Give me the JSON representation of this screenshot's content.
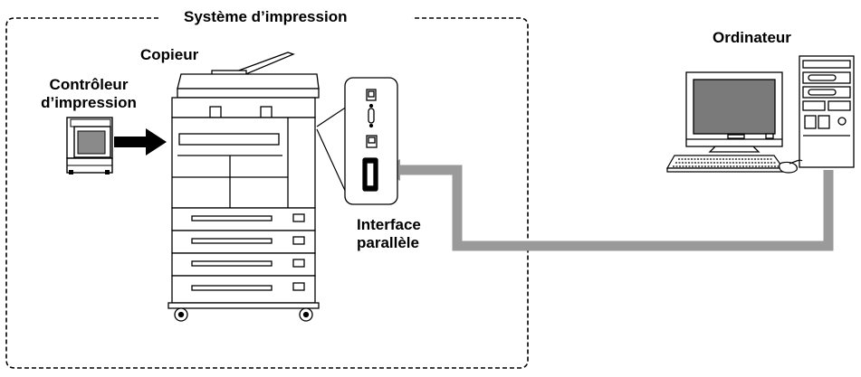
{
  "labels": {
    "system_title": "Système d’impression",
    "copier": "Copieur",
    "controller_line1": "Contrôleur",
    "controller_line2": "d’impression",
    "computer": "Ordinateur",
    "interface_line1": "Interface",
    "interface_line2": "parallèle"
  },
  "colors": {
    "cable": "#9a9a9a",
    "outline": "#000000",
    "screen": "#7a7a7a",
    "arrow": "#000000",
    "boundary": "#000000"
  }
}
